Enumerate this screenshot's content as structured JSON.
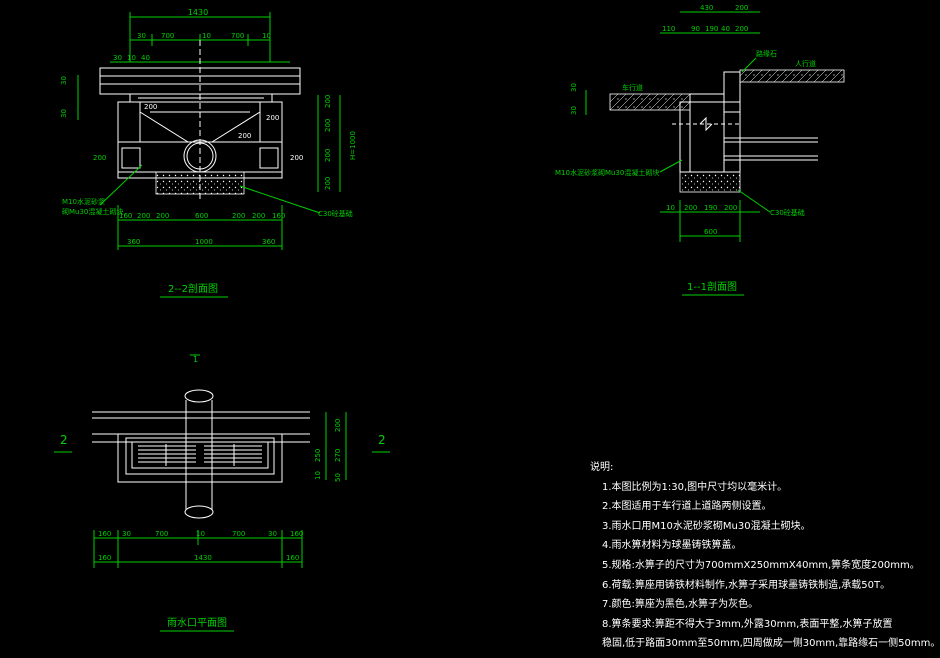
{
  "colors": {
    "background": "#000000",
    "line": "#ffffff",
    "dimension": "#00d000"
  },
  "titles": {
    "section22": "2--2剖面图",
    "section11": "1--1剖面图",
    "plan": "雨水口平面图"
  },
  "section22": {
    "dims_top": {
      "overall": "1430",
      "d30a": "30",
      "d10a": "10",
      "d700a": "700",
      "d10b": "10",
      "d700b": "700",
      "d10c": "10",
      "d30b": "30",
      "d40": "40"
    },
    "dims_right": {
      "d200a": "200",
      "d200b": "200",
      "d200c": "200",
      "d200d": "200",
      "h": "H=1000"
    },
    "dims_left": {
      "d30": "30",
      "d30b": "30",
      "d200": "200"
    },
    "inner": {
      "d200a": "200",
      "d200b": "200",
      "d200c": "200"
    },
    "dims_bottom1": {
      "a": "160",
      "b": "200",
      "c": "200",
      "d": "600",
      "e": "200",
      "f": "200",
      "g": "160"
    },
    "dims_bottom2": {
      "a": "360",
      "b": "1000",
      "c": "360"
    },
    "label_mortar": "M10水泥砂浆",
    "label_brick": "砌Mu30混凝土砌块",
    "label_base": "C30砼基础"
  },
  "section11": {
    "dims_top": {
      "a": "430",
      "b": "200",
      "c": "110",
      "d": "90",
      "e": "190",
      "f": "40"
    },
    "label_curb": "路缘石",
    "label_sidewalk": "人行道",
    "label_road": "车行道",
    "label_mortar": "M10水泥砂浆砌Mu30混凝土砌块",
    "label_base": "C30砼基础",
    "dims_left": {
      "a": "30",
      "b": "30"
    },
    "dims_bottom1": {
      "a": "10",
      "b": "200",
      "c": "190",
      "d": "200"
    },
    "dims_bottom2": {
      "a": "600"
    }
  },
  "plan": {
    "section_mark": "1",
    "cut_left": "2",
    "cut_right": "2",
    "dims_right": {
      "a": "200",
      "b": "250",
      "c": "270",
      "d": "10",
      "e": "50"
    },
    "dims_bottom1": {
      "a": "160",
      "b": "30",
      "c": "700",
      "d": "10",
      "e": "700",
      "f": "30",
      "g": "160"
    },
    "dims_bottom2": {
      "a": "160",
      "b": "1430",
      "c": "160"
    }
  },
  "notes": {
    "title": "说明:",
    "items": [
      "1.本图比例为1:30,图中尺寸均以毫米计。",
      "2.本图适用于车行道上道路两侧设置。",
      "3.雨水口用M10水泥砂浆砌Mu30混凝土砌块。",
      "4.雨水箅材料为球墨铸铁箅盖。",
      "5.规格:水箅子的尺寸为700mmX250mmX40mm,箅条宽度200mm。",
      "6.荷载:箅座用铸铁材料制作,水箅子采用球墨铸铁制造,承载50T。",
      "7.颜色:箅座为黑色,水箅子为灰色。",
      "8.箅条要求:箅距不得大于3mm,外露30mm,表面平整,水箅子放置",
      "稳固,低于路面30mm至50mm,四周做成一侧30mm,靠路缘石一侧50mm。"
    ]
  }
}
